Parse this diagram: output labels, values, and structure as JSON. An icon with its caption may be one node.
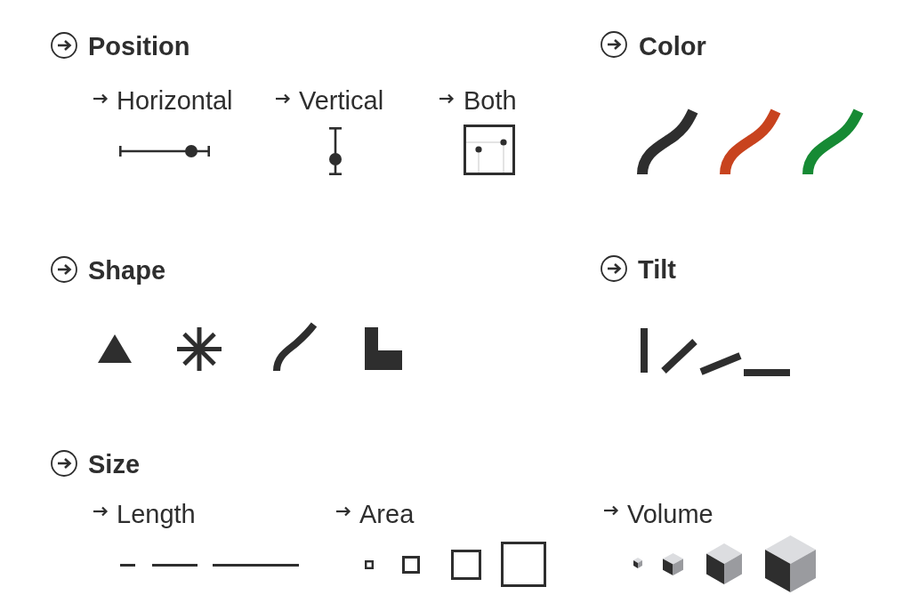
{
  "diagram": {
    "labels": [
      "Position",
      "Color",
      "Horizontal",
      "Vertical",
      "Both",
      "Shape",
      "Tilt",
      "Size",
      "Length",
      "Area",
      "Volume"
    ]
  }
}
